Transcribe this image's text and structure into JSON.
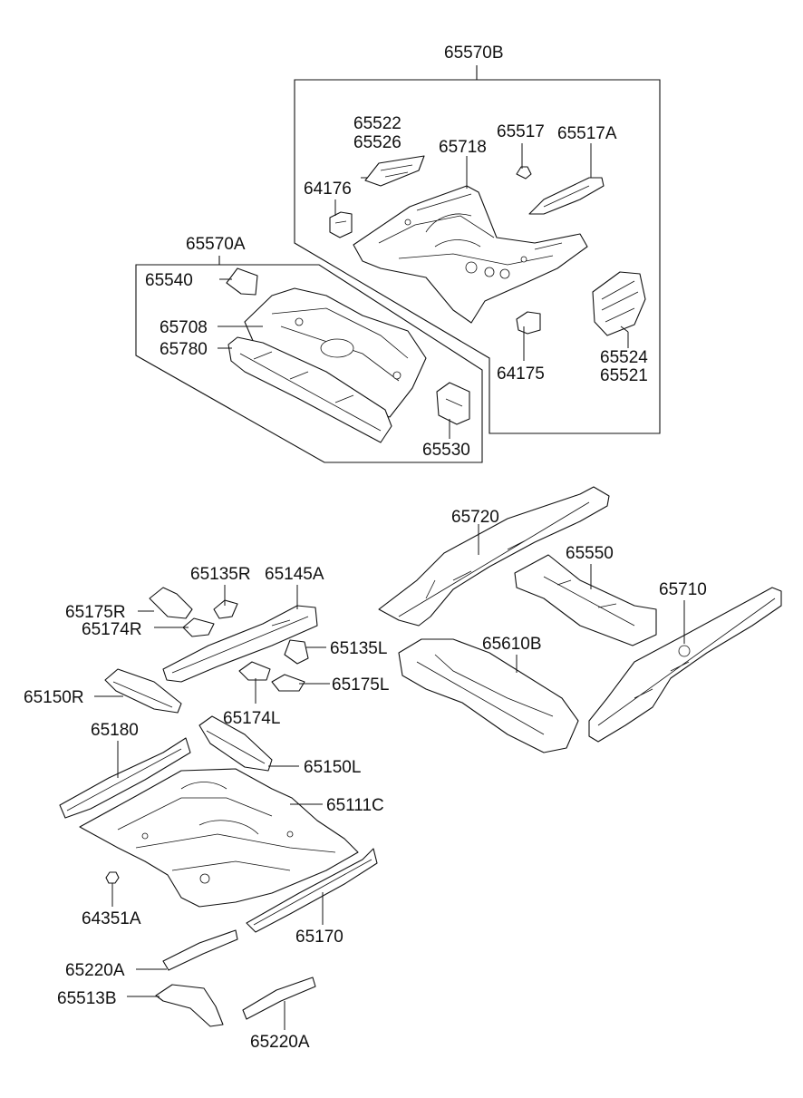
{
  "diagram": {
    "type": "exploded-parts-diagram",
    "groups": {
      "rear_floor_assembly": "65570B",
      "center_floor_assembly": "65570A"
    },
    "callouts": {
      "p65570B": "65570B",
      "p65522": "65522",
      "p65526": "65526",
      "p65718": "65718",
      "p65517": "65517",
      "p65517A": "65517A",
      "p64176": "64176",
      "p65570A": "65570A",
      "p65540": "65540",
      "p65708": "65708",
      "p65780": "65780",
      "p64175": "64175",
      "p65524": "65524",
      "p65521": "65521",
      "p65530": "65530",
      "p65720": "65720",
      "p65550": "65550",
      "p65710": "65710",
      "p65135R": "65135R",
      "p65145A": "65145A",
      "p65175R": "65175R",
      "p65174R": "65174R",
      "p65135L": "65135L",
      "p65610B": "65610B",
      "p65150R": "65150R",
      "p65175L": "65175L",
      "p65174L": "65174L",
      "p65180": "65180",
      "p65150L": "65150L",
      "p65111C": "65111C",
      "p64351A": "64351A",
      "p65170": "65170",
      "p65220A_1": "65220A",
      "p65513B": "65513B",
      "p65220A_2": "65220A"
    }
  }
}
